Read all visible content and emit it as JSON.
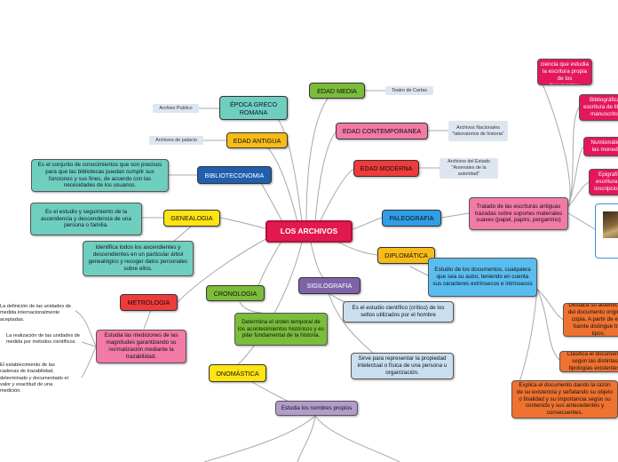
{
  "root": "LOS ARCHIVOS",
  "branches": {
    "epoca_greca": "ÉPOCA GRECO ROMANA",
    "edad_media": "EDAD MEDIA",
    "edad_contemporanea": "EDAD CONTEMPORANEA",
    "edad_antigua": "EDAD ANTIGUA",
    "edad_moderna": "EDAD MODERNA",
    "biblioteconomia": "BIBLIOTECONOMIA",
    "paleografia": "PALEOGRAFIA",
    "genealogia": "GENEALOGIA",
    "diplomatica": "DIPLOMÁTICA",
    "cronologia": "CRONOLOGIA",
    "sigilografia": "SIGILOGRAFIA",
    "metrologia": "METROLOGIA",
    "onomastica": "ONOMÁSTICA"
  },
  "notes": {
    "archivo_publico": "Archivo Publico",
    "teatro_cartas": "Teatro de Cartas",
    "archivos_nacionales": "Archivos Nacionales \"laboratorios de historia\"",
    "archivos_palacio": "Archivos de palacio",
    "archivos_estado": "Archivos del Estado \"Arsenales de la autoridad\""
  },
  "descriptions": {
    "biblioteconomia": "Es el conjunto de conocimientos que son precisos para que las bibliotecas puedan cumplir sus funciones y sus fines, de acuerdo con las necesidades de los usuarios.",
    "genealogia_1": "Es el estudio y seguimiento de la ascendencia y descendencia de una persona o familia.",
    "genealogia_2": "Identifica todos los ascendientes y descendientes en un particular árbol genealógico y recoger datos personales sobre ellos.",
    "cronologia": "Determina el orden temporal de los acontecimientos históricos y es pilar fundamental de la historia.",
    "sigilografia_1": "Es el estudio científico (crítico) de los sellos utilizados por el hombre",
    "sigilografia_2": "Sirve para representar la propiedad intelectual o física de una persona u organización.",
    "metrologia": "Estudia las mediciones de las magnitudes garantizando su normalización mediante la trazabilidad.",
    "onomastica": "Estudia los nombres propios",
    "paleografia": "Tratado de las escrituras antiguas trazadas sobre soportes materiales suaves (papel, papiro, pergamino)",
    "diplomatica": "Estudio de los documentos, cualquiera que sea su autor, teniendo en cuenta sus caracteres extrínsecos e intrínsecos",
    "diplomatico": "Diplomático: es la ciencia que estudia la escritura propia de los documentos.",
    "bibliografico": "Bibliográfica: escritura de libros manuscritos",
    "numismatica": "Numismática: las monedas",
    "epigrafia": "Epigrafía: escritura de inscripciones",
    "destaca": "Destaca su autenticidad del documento original o copia. A partir de esta fuente distingue tres tipos.",
    "clasifica": "Clasifica el documento según las distintas tipologías existentes.",
    "explica": "Explica el documento dando la razón de su existencia y señalando su objeto o finalidad y su importancia según su contenido y sus antecedentes y consecuentes."
  },
  "metrologia_items": [
    "La definición de las unidades de medida internacionalmente aceptadas.",
    "La realización de las unidades de medida por métodos científicos.",
    "El establecimiento de las cadenas de trazabilidad, determinado y documentado el valor y exactitud de una medición."
  ],
  "image_alt": "manuscript-image"
}
